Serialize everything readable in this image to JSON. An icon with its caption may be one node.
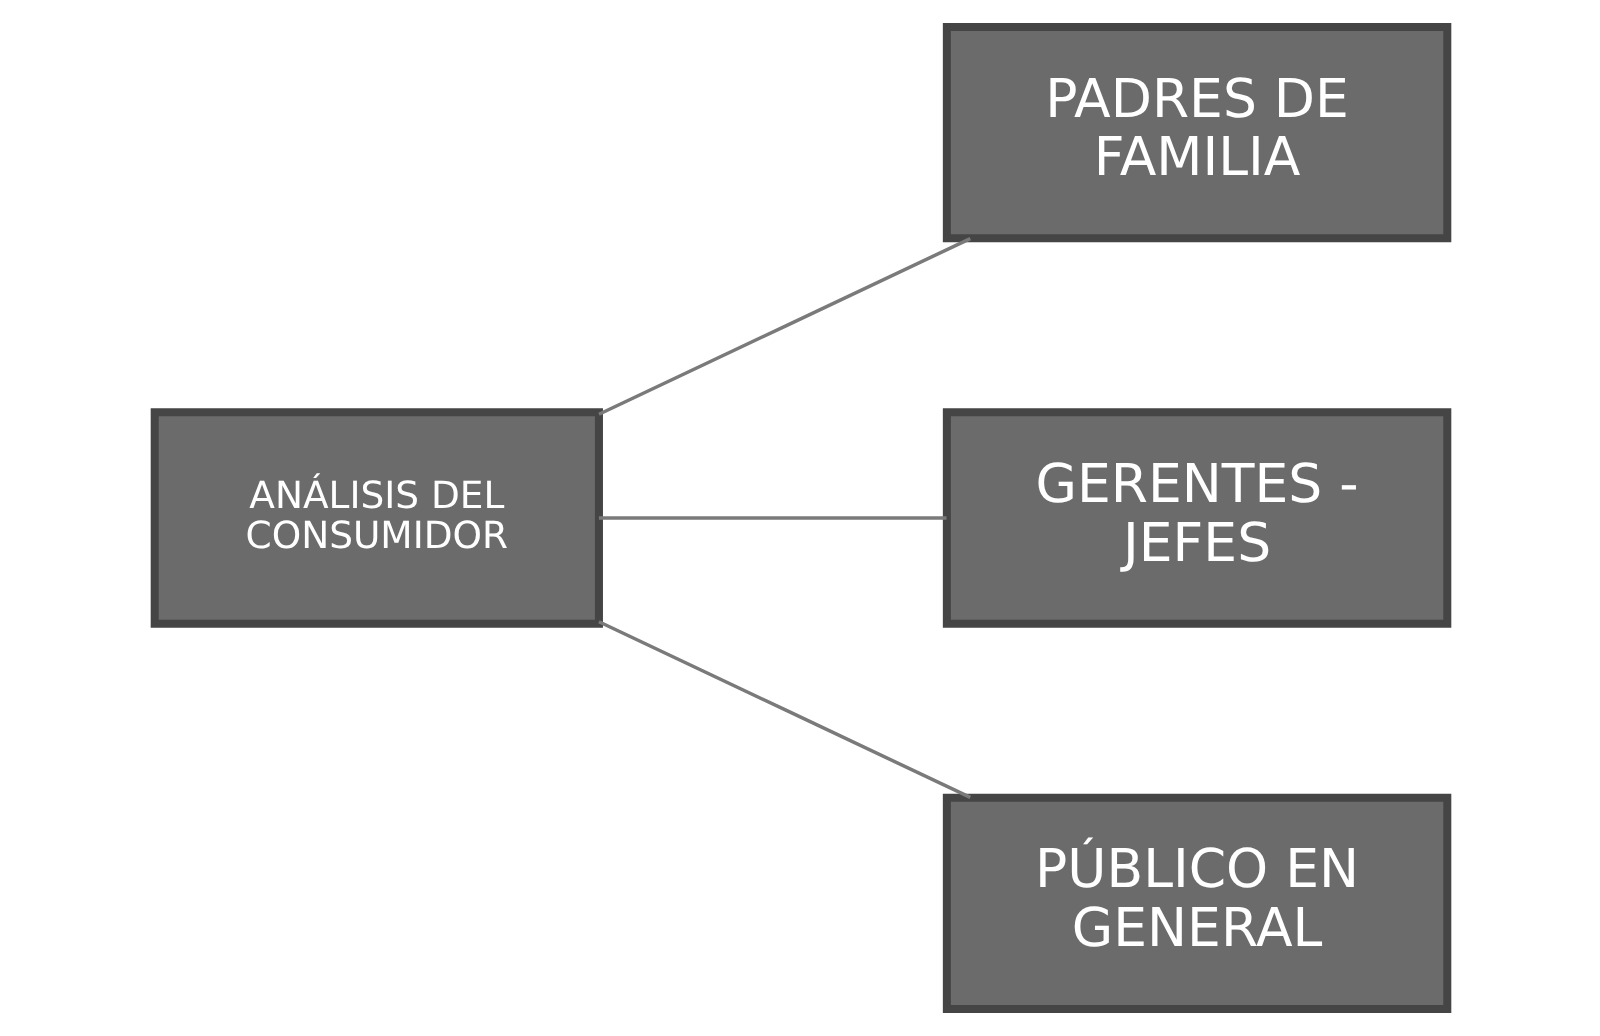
{
  "diagram": {
    "nodes": [
      {
        "text": [
          "ANÁLISIS DEL CONSUMIDOR"
        ]
      },
      {
        "text": [
          "PADRES DE FAMILIA"
        ]
      },
      {
        "text": [
          "GERENTES - JEFES"
        ]
      },
      {
        "text": [
          "PÚBLICO EN GENERAL"
        ]
      }
    ],
    "edges": [
      {
        "from": 0,
        "to": 1,
        "arrow": "none"
      },
      {
        "from": 0,
        "to": 2,
        "arrow": "none"
      },
      {
        "from": 0,
        "to": 3,
        "arrow": "none"
      }
    ]
  }
}
